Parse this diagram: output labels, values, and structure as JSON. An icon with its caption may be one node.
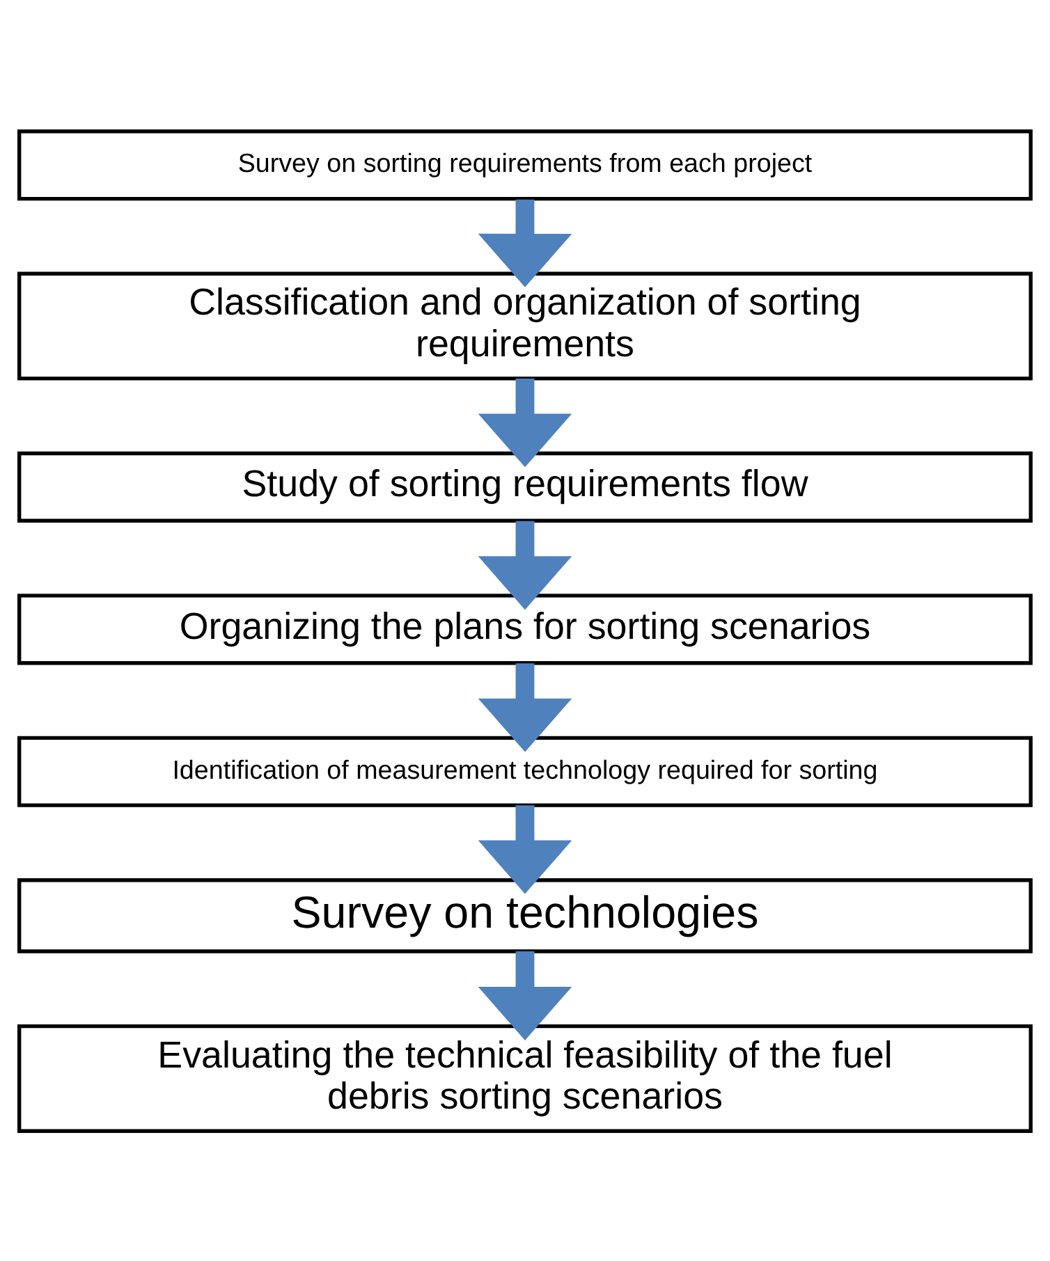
{
  "diagram": {
    "nodes": [
      {
        "text": [
          "Survey on sorting requirements from each project"
        ]
      },
      {
        "text": [
          "Classification and organization of sorting requirements"
        ]
      },
      {
        "text": [
          "Study of sorting requirements flow"
        ]
      },
      {
        "text": [
          "Organizing the plans for sorting scenarios"
        ]
      },
      {
        "text": [
          "Identification of measurement technology required for sorting"
        ]
      },
      {
        "text": [
          "Survey on technologies"
        ]
      },
      {
        "text": [
          "Evaluating the technical feasibility of the fuel debris sorting scenarios"
        ]
      }
    ],
    "edges": [
      {
        "from": 0,
        "to": 1,
        "arrow": "to"
      },
      {
        "from": 1,
        "to": 2,
        "arrow": "to"
      },
      {
        "from": 2,
        "to": 3,
        "arrow": "to"
      },
      {
        "from": 3,
        "to": 4,
        "arrow": "to"
      },
      {
        "from": 4,
        "to": 5,
        "arrow": "to"
      },
      {
        "from": 5,
        "to": 6,
        "arrow": "to"
      }
    ]
  }
}
